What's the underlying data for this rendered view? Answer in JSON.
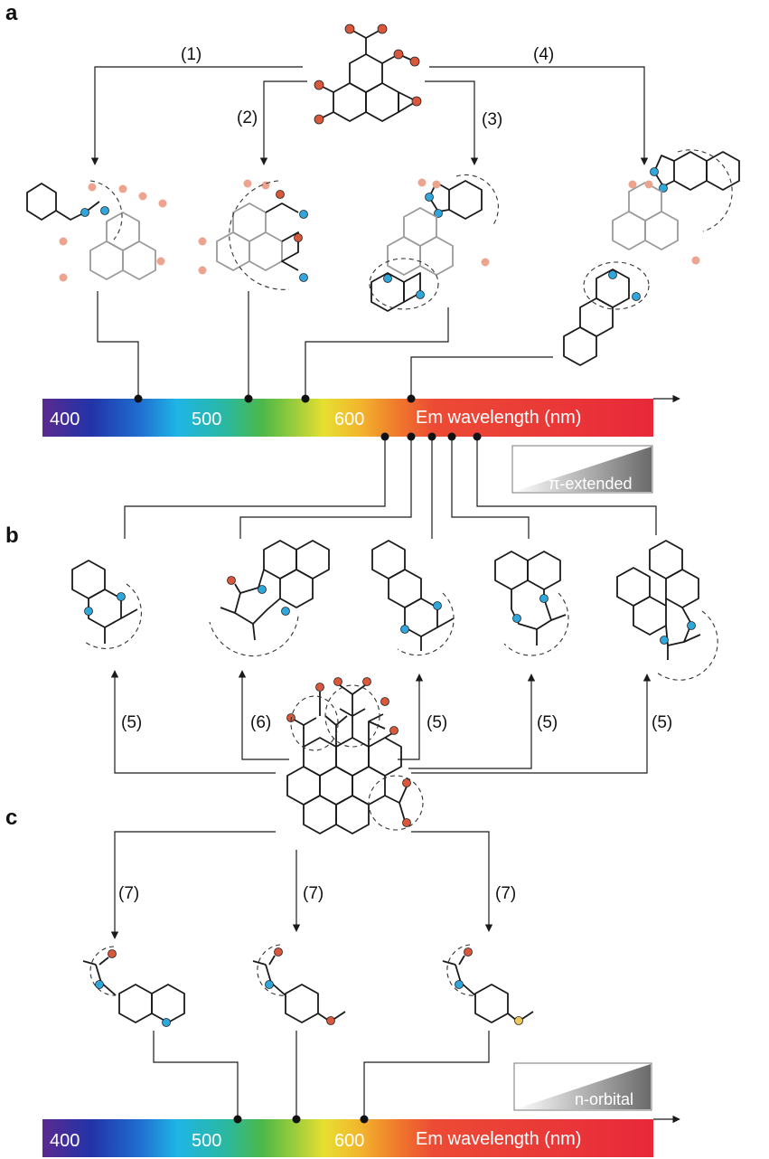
{
  "panels": {
    "a": "a",
    "b": "b",
    "c": "c"
  },
  "steps_a": [
    "(1)",
    "(2)",
    "(3)",
    "(4)"
  ],
  "steps_b": [
    "(5)",
    "(6)",
    "(5)",
    "(5)",
    "(5)"
  ],
  "steps_c": [
    "(7)",
    "(7)",
    "(7)"
  ],
  "spectrum": {
    "ticks": [
      "400",
      "500",
      "600"
    ],
    "title": "Em wavelength (nm)"
  },
  "wedges": {
    "top": "π-extended",
    "bottom": "n-orbital"
  },
  "colors": {
    "oxygen": "#d9583b",
    "oxygen_faded": "#eda48f",
    "nitrogen": "#2fa7dc",
    "sulfur": "#f0c75a",
    "bond": "#1a1a1a",
    "bond_faded": "#9a9a9a"
  }
}
